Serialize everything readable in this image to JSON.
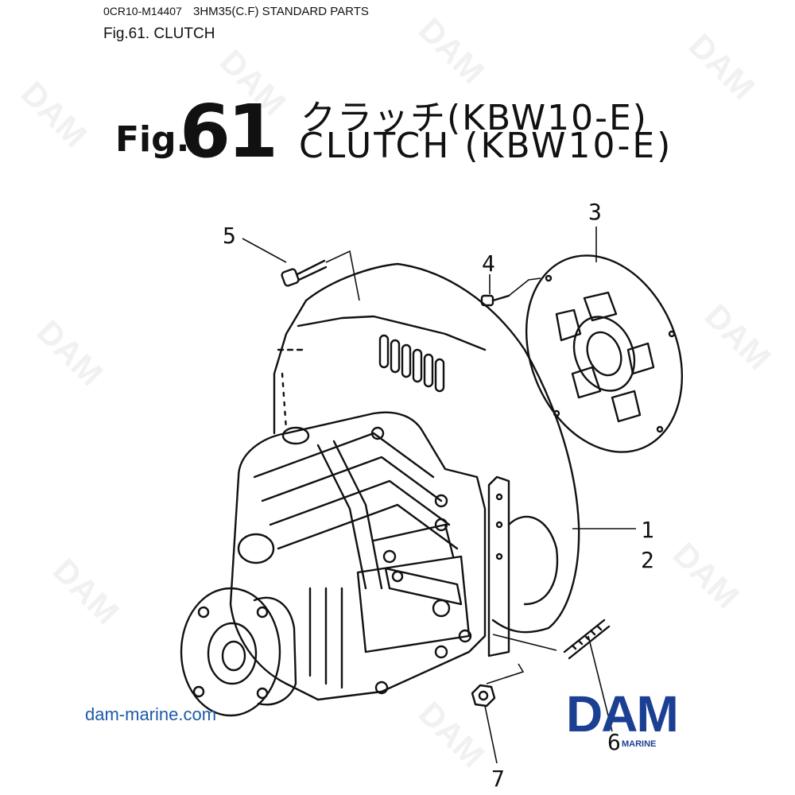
{
  "header": {
    "code": "0CR10-M14407",
    "title": "3HM35(C.F) STANDARD PARTS",
    "figure": "Fig.61.  CLUTCH"
  },
  "figure_title": {
    "word": "Fig.",
    "number": "61",
    "japanese": "クラッチ(KBW10-E)",
    "english": "CLUTCH (KBW10-E)"
  },
  "callouts": [
    "1",
    "2",
    "3",
    "4",
    "5",
    "6",
    "7"
  ],
  "footer": {
    "website": "dam-marine.com",
    "logo_text": "DAM",
    "logo_sub": "MARINE"
  },
  "watermark": "DAM",
  "colors": {
    "logo": "#1b3f93",
    "link": "#1e5aa8"
  }
}
